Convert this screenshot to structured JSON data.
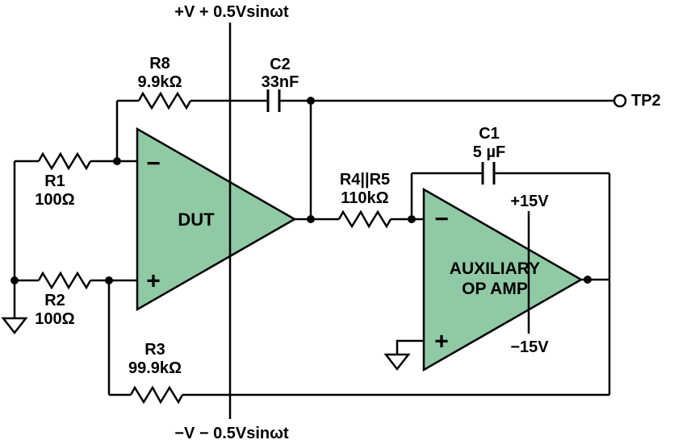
{
  "colors": {
    "opamp_fill": "#8fcaa5",
    "line": "#000000",
    "background": "#ffffff"
  },
  "supplies": {
    "top": "+V + 0.5Vsinωt",
    "bottom": "−V − 0.5Vsinωt",
    "aux_pos": "+15V",
    "aux_neg": "−15V"
  },
  "components": {
    "r1": {
      "name": "R1",
      "value": "100Ω"
    },
    "r2": {
      "name": "R2",
      "value": "100Ω"
    },
    "r3": {
      "name": "R3",
      "value": "99.9kΩ"
    },
    "r8": {
      "name": "R8",
      "value": "9.9kΩ"
    },
    "r45": {
      "name": "R4||R5",
      "value": "110kΩ"
    },
    "c1": {
      "name": "C1",
      "value": "5 µF"
    },
    "c2": {
      "name": "C2",
      "value": "33nF"
    },
    "dut": {
      "label": "DUT",
      "inverting": "−",
      "noninverting": "+"
    },
    "aux": {
      "label_line1": "AUXILIARY",
      "label_line2": "OP AMP",
      "inverting": "−",
      "noninverting": "+"
    }
  },
  "test_points": {
    "tp2": "TP2"
  }
}
